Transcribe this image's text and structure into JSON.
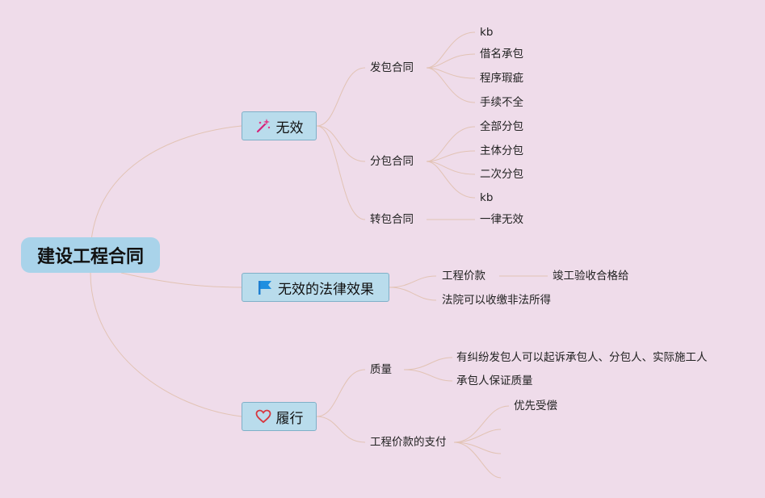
{
  "root": {
    "label": "建设工程合同"
  },
  "branches": [
    {
      "label": "无效",
      "icon": "sparkle-wand-icon",
      "children": [
        {
          "label": "发包合同",
          "children": [
            "kb",
            "借名承包",
            "程序瑕疵",
            "手续不全"
          ]
        },
        {
          "label": "分包合同",
          "children": [
            "全部分包",
            "主体分包",
            "二次分包",
            "kb"
          ]
        },
        {
          "label": "转包合同",
          "children": [
            "一律无效"
          ]
        }
      ]
    },
    {
      "label": "无效的法律效果",
      "icon": "blue-flag-icon",
      "children": [
        {
          "label": "工程价款",
          "children": [
            "竣工验收合格给"
          ]
        },
        {
          "label": "法院可以收缴非法所得",
          "children": []
        }
      ]
    },
    {
      "label": "履行",
      "icon": "heart-icon",
      "children": [
        {
          "label": "质量",
          "children": [
            "有纠纷发包人可以起诉承包人、分包人、实际施工人",
            "承包人保证质量"
          ]
        },
        {
          "label": "工程价款的支付",
          "children": [
            "优先受偿",
            "",
            "",
            ""
          ]
        }
      ]
    }
  ],
  "colors": {
    "background": "#efdcea",
    "root_fill": "#a9d3ea",
    "topic_fill": "#b9dcec",
    "topic_border": "#7fb0c8",
    "line": "#e2c3b4"
  }
}
